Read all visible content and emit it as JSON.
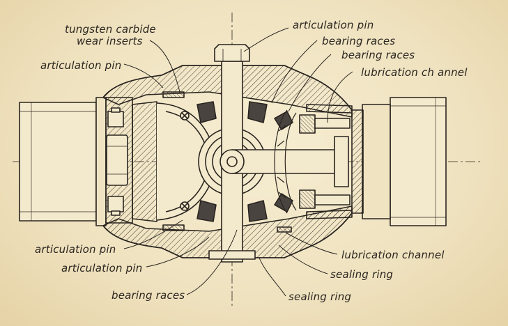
{
  "labels": {
    "tungsten_line1": "tungsten carbide",
    "tungsten_line2": "wear inserts",
    "articulation_pin_top_left": "articulation pin",
    "articulation_pin_top_right": "articulation pin",
    "bearing_races_right_1": "bearing races",
    "bearing_races_right_2": "bearing races",
    "lubrication_ch_annel": "lubrication ch annel",
    "articulation_pin_bottom_1": "articulation pin",
    "articulation_pin_bottom_2": "articulation pin",
    "bearing_races_bottom": "bearing races",
    "lubrication_channel": "lubrication channel",
    "sealing_ring_1": "sealing ring",
    "sealing_ring_2": "sealing ring"
  },
  "colors": {
    "paper": "#f1e6c6",
    "ink": "#2a2520",
    "bearing": "#4a4440",
    "shaft_fill": "#f3e9cc"
  }
}
